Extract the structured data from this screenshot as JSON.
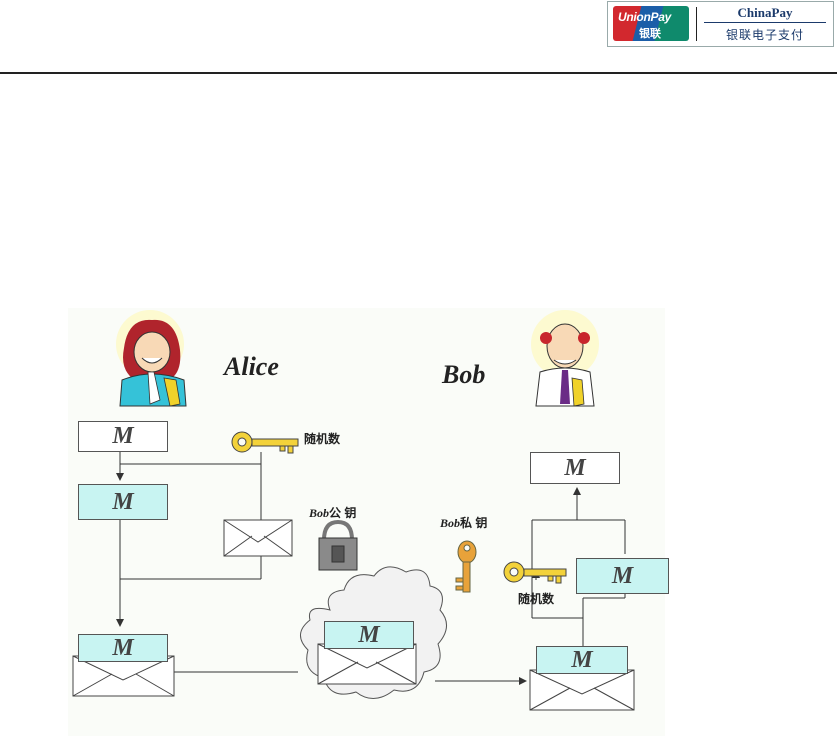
{
  "logo": {
    "unionpay_en": "UnionPay",
    "unionpay_cn": "银联",
    "chinapay_en": "ChinaPay",
    "chinapay_cn": "银联电子支付"
  },
  "diagram": {
    "alice": "Alice",
    "bob": "Bob",
    "message_symbol": "M",
    "random_number_left": "随机数",
    "random_number_right": "随机数",
    "bob_public_key_italic": "Bob",
    "bob_public_key_text": "公 钥",
    "bob_private_key_italic": "Bob",
    "bob_private_key_text": "私 钥"
  },
  "colors": {
    "cyan_box": "#c8f4f2",
    "key_yellow": "#e8c82a",
    "envelope": "#ffffff"
  }
}
